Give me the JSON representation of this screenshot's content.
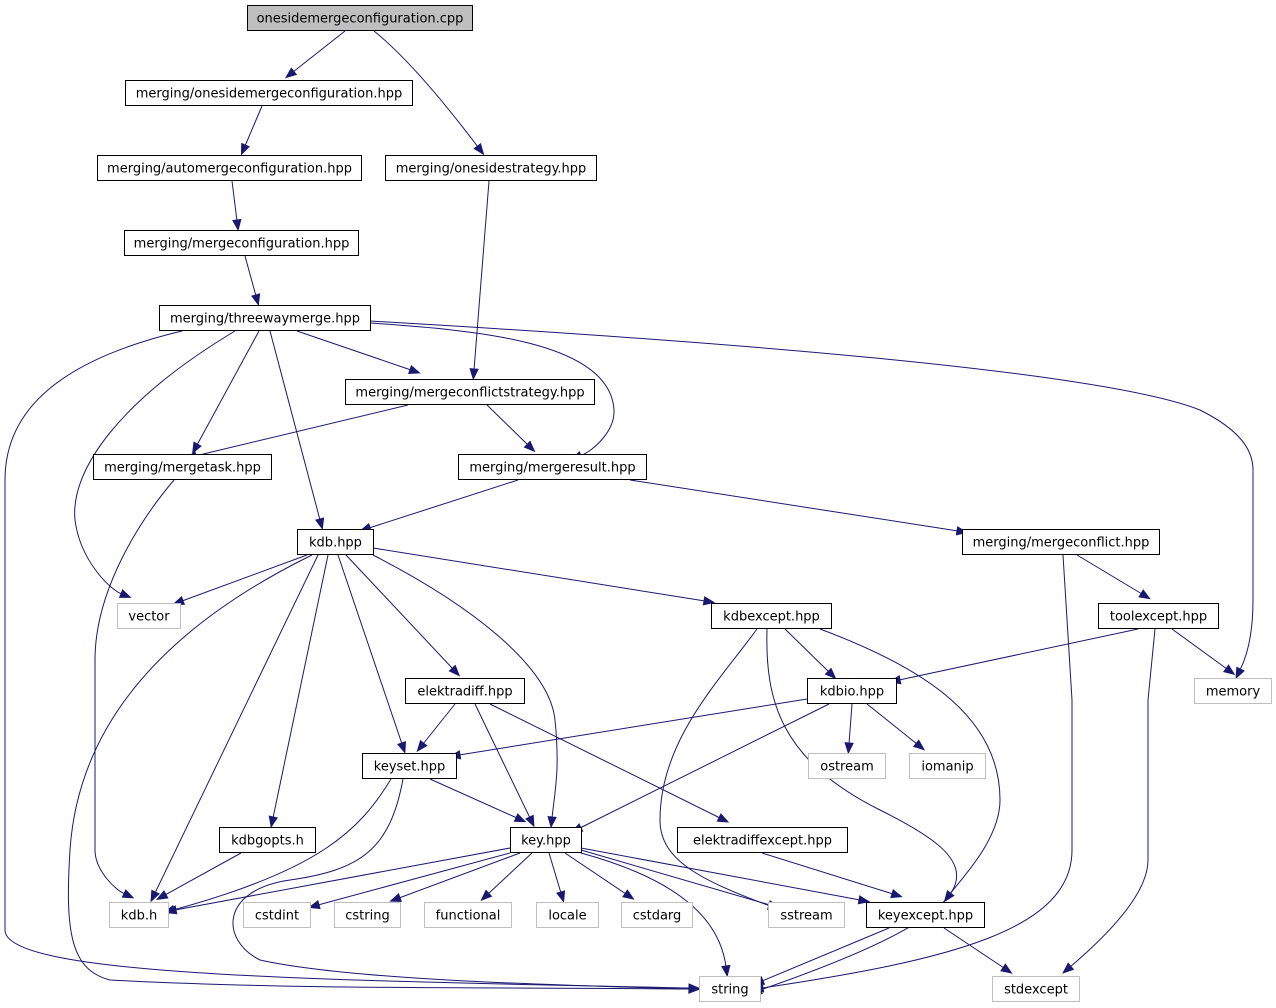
{
  "title": "onesidemergeconfiguration.cpp include dependency graph",
  "colors": {
    "edge": "#191970",
    "root_fill": "#bfbfbf",
    "local_border": "#000000",
    "system_border": "#bfbfbf",
    "system_text": "#000000"
  },
  "nodes": [
    {
      "id": "root",
      "label": "onesidemergeconfiguration.cpp",
      "kind": "root"
    },
    {
      "id": "osmc",
      "label": "merging/onesidemergeconfiguration.hpp",
      "kind": "local"
    },
    {
      "id": "amc",
      "label": "merging/automergeconfiguration.hpp",
      "kind": "local"
    },
    {
      "id": "oss",
      "label": "merging/onesidestrategy.hpp",
      "kind": "local"
    },
    {
      "id": "mc",
      "label": "merging/mergeconfiguration.hpp",
      "kind": "local"
    },
    {
      "id": "twm",
      "label": "merging/threewaymerge.hpp",
      "kind": "local"
    },
    {
      "id": "mcs",
      "label": "merging/mergeconflictstrategy.hpp",
      "kind": "local"
    },
    {
      "id": "mt",
      "label": "merging/mergetask.hpp",
      "kind": "local"
    },
    {
      "id": "mr",
      "label": "merging/mergeresult.hpp",
      "kind": "local"
    },
    {
      "id": "kdbhpp",
      "label": "kdb.hpp",
      "kind": "local"
    },
    {
      "id": "mconf",
      "label": "merging/mergeconflict.hpp",
      "kind": "local"
    },
    {
      "id": "vector",
      "label": "vector",
      "kind": "system"
    },
    {
      "id": "kdbexcept",
      "label": "kdbexcept.hpp",
      "kind": "local"
    },
    {
      "id": "toolexcept",
      "label": "toolexcept.hpp",
      "kind": "local"
    },
    {
      "id": "memory",
      "label": "memory",
      "kind": "system"
    },
    {
      "id": "elektradiff",
      "label": "elektradiff.hpp",
      "kind": "local"
    },
    {
      "id": "kdbio",
      "label": "kdbio.hpp",
      "kind": "local"
    },
    {
      "id": "keyset",
      "label": "keyset.hpp",
      "kind": "local"
    },
    {
      "id": "ostream",
      "label": "ostream",
      "kind": "system"
    },
    {
      "id": "iomanip",
      "label": "iomanip",
      "kind": "system"
    },
    {
      "id": "kdbgopts",
      "label": "kdbgopts.h",
      "kind": "local"
    },
    {
      "id": "key",
      "label": "key.hpp",
      "kind": "local"
    },
    {
      "id": "edexcept",
      "label": "elektradiffexcept.hpp",
      "kind": "local"
    },
    {
      "id": "kdbh",
      "label": "kdb.h",
      "kind": "system"
    },
    {
      "id": "cstdint",
      "label": "cstdint",
      "kind": "system"
    },
    {
      "id": "cstring",
      "label": "cstring",
      "kind": "system"
    },
    {
      "id": "functional",
      "label": "functional",
      "kind": "system"
    },
    {
      "id": "locale",
      "label": "locale",
      "kind": "system"
    },
    {
      "id": "cstdarg",
      "label": "cstdarg",
      "kind": "system"
    },
    {
      "id": "sstream",
      "label": "sstream",
      "kind": "system"
    },
    {
      "id": "keyexcept",
      "label": "keyexcept.hpp",
      "kind": "local"
    },
    {
      "id": "string",
      "label": "string",
      "kind": "system"
    },
    {
      "id": "stdexcept",
      "label": "stdexcept",
      "kind": "system"
    }
  ],
  "edges": [
    {
      "from": "root",
      "to": "osmc"
    },
    {
      "from": "root",
      "to": "oss"
    },
    {
      "from": "osmc",
      "to": "amc"
    },
    {
      "from": "amc",
      "to": "mc"
    },
    {
      "from": "mc",
      "to": "twm"
    },
    {
      "from": "oss",
      "to": "mcs"
    },
    {
      "from": "twm",
      "to": "string"
    },
    {
      "from": "twm",
      "to": "vector"
    },
    {
      "from": "twm",
      "to": "mt"
    },
    {
      "from": "twm",
      "to": "kdbhpp"
    },
    {
      "from": "twm",
      "to": "mcs"
    },
    {
      "from": "twm",
      "to": "mr"
    },
    {
      "from": "twm",
      "to": "memory"
    },
    {
      "from": "mcs",
      "to": "mt"
    },
    {
      "from": "mcs",
      "to": "mr"
    },
    {
      "from": "mt",
      "to": "kdbh"
    },
    {
      "from": "mr",
      "to": "kdbhpp"
    },
    {
      "from": "mr",
      "to": "mconf"
    },
    {
      "from": "kdbhpp",
      "to": "vector"
    },
    {
      "from": "kdbhpp",
      "to": "string"
    },
    {
      "from": "kdbhpp",
      "to": "kdbh"
    },
    {
      "from": "kdbhpp",
      "to": "kdbgopts"
    },
    {
      "from": "kdbhpp",
      "to": "keyset"
    },
    {
      "from": "kdbhpp",
      "to": "elektradiff"
    },
    {
      "from": "kdbhpp",
      "to": "key"
    },
    {
      "from": "kdbhpp",
      "to": "kdbexcept"
    },
    {
      "from": "mconf",
      "to": "string"
    },
    {
      "from": "mconf",
      "to": "toolexcept"
    },
    {
      "from": "kdbexcept",
      "to": "sstream"
    },
    {
      "from": "kdbexcept",
      "to": "string"
    },
    {
      "from": "kdbexcept",
      "to": "kdbio"
    },
    {
      "from": "kdbexcept",
      "to": "keyexcept"
    },
    {
      "from": "toolexcept",
      "to": "kdbio"
    },
    {
      "from": "toolexcept",
      "to": "stdexcept"
    },
    {
      "from": "toolexcept",
      "to": "memory"
    },
    {
      "from": "elektradiff",
      "to": "keyset"
    },
    {
      "from": "elektradiff",
      "to": "key"
    },
    {
      "from": "elektradiff",
      "to": "edexcept"
    },
    {
      "from": "kdbio",
      "to": "keyset"
    },
    {
      "from": "kdbio",
      "to": "key"
    },
    {
      "from": "kdbio",
      "to": "ostream"
    },
    {
      "from": "kdbio",
      "to": "iomanip"
    },
    {
      "from": "keyset",
      "to": "kdbh"
    },
    {
      "from": "keyset",
      "to": "string"
    },
    {
      "from": "keyset",
      "to": "key"
    },
    {
      "from": "kdbgopts",
      "to": "kdbh"
    },
    {
      "from": "key",
      "to": "kdbh"
    },
    {
      "from": "key",
      "to": "cstdint"
    },
    {
      "from": "key",
      "to": "cstring"
    },
    {
      "from": "key",
      "to": "functional"
    },
    {
      "from": "key",
      "to": "locale"
    },
    {
      "from": "key",
      "to": "cstdarg"
    },
    {
      "from": "key",
      "to": "sstream"
    },
    {
      "from": "key",
      "to": "string"
    },
    {
      "from": "key",
      "to": "keyexcept"
    },
    {
      "from": "edexcept",
      "to": "keyexcept"
    },
    {
      "from": "keyexcept",
      "to": "string"
    },
    {
      "from": "keyexcept",
      "to": "stdexcept"
    }
  ]
}
